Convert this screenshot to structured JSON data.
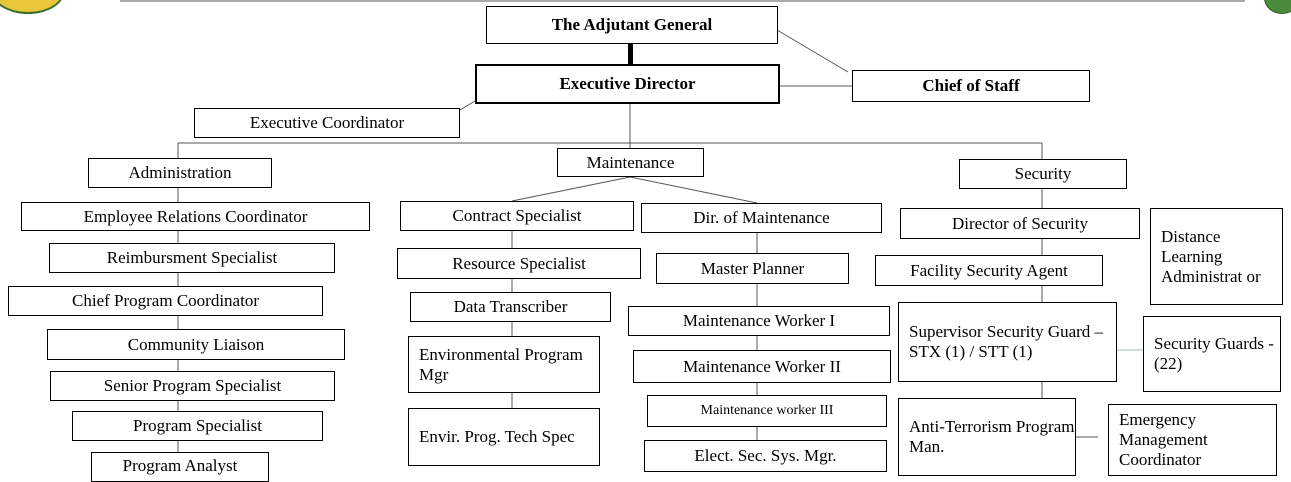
{
  "top": {
    "adjutant_general": "The Adjutant General",
    "executive_director": "Executive Director",
    "chief_of_staff": "Chief of Staff",
    "executive_coordinator": "Executive Coordinator"
  },
  "administration": {
    "head": "Administration",
    "roles": [
      "Employee Relations Coordinator",
      "Reimbursment Specialist",
      "Chief Program Coordinator",
      "Community Liaison",
      "Senior Program Specialist",
      "Program Specialist",
      "Program Analyst"
    ]
  },
  "maintenance": {
    "head": "Maintenance",
    "left_column": [
      "Contract Specialist",
      "Resource  Specialist",
      "Data Transcriber",
      "Environmental Program Mgr",
      "Envir. Prog. Tech Spec"
    ],
    "right_column": [
      "Dir. of Maintenance",
      "Master Planner",
      "Maintenance Worker I",
      "Maintenance Worker II",
      "Maintenance  worker III",
      "Elect. Sec.  Sys.  Mgr."
    ]
  },
  "security": {
    "head": "Security",
    "director": "Director of Security",
    "facility_agent": "Facility Security Agent",
    "supervisor": "Supervisor Security Guard – STX (1) / STT (1)",
    "anti_terrorism": "Anti-Terrorism Program Man.",
    "distance_learning": "Distance Learning Administrat or",
    "security_guards": "Security Guards - (22)",
    "emergency_mgmt": "Emergency Management Coordinator"
  },
  "colors": {
    "logo_left": "#e8c63a",
    "logo_right": "#4a8a3c"
  }
}
